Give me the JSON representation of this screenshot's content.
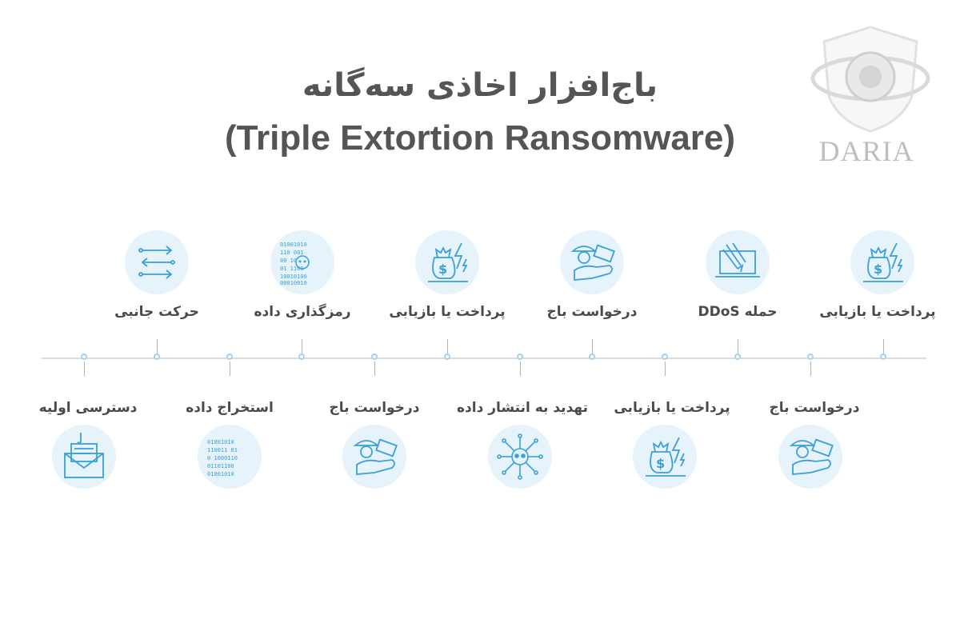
{
  "title": {
    "persian": "باج‌افزار اخاذی سه‌گانه",
    "english": "(Triple Extortion Ransomware)"
  },
  "logo": {
    "text": "DARIA",
    "icon": "shield-logo"
  },
  "colors": {
    "accent": "#9fd3ee",
    "icon_stroke": "#3aa0d8",
    "circle_bg": "#e6f3fb",
    "text": "#555555"
  },
  "steps_top": [
    {
      "label": "حرکت جانبی",
      "icon": "arrows-icon"
    },
    {
      "label": "رمزگذاری داده",
      "icon": "binary-skull-icon"
    },
    {
      "label": "پرداخت یا بازیابی",
      "icon": "money-bag-icon"
    },
    {
      "label": "درخواست باج",
      "icon": "hacker-money-icon"
    },
    {
      "label": "حمله DDoS",
      "icon": "laptop-attack-icon"
    },
    {
      "label": "پرداخت یا بازیابی",
      "icon": "money-bag-icon"
    }
  ],
  "steps_bottom": [
    {
      "label": "دسترسی اولیه",
      "icon": "phishing-email-icon"
    },
    {
      "label": "استخراج داده",
      "icon": "binary-data-icon"
    },
    {
      "label": "درخواست باج",
      "icon": "hacker-money-icon"
    },
    {
      "label": "تهدید به انتشار داده",
      "icon": "skull-network-icon"
    },
    {
      "label": "پرداخت یا بازیابی",
      "icon": "money-bag-icon"
    },
    {
      "label": "درخواست باج",
      "icon": "hacker-money-icon"
    }
  ]
}
